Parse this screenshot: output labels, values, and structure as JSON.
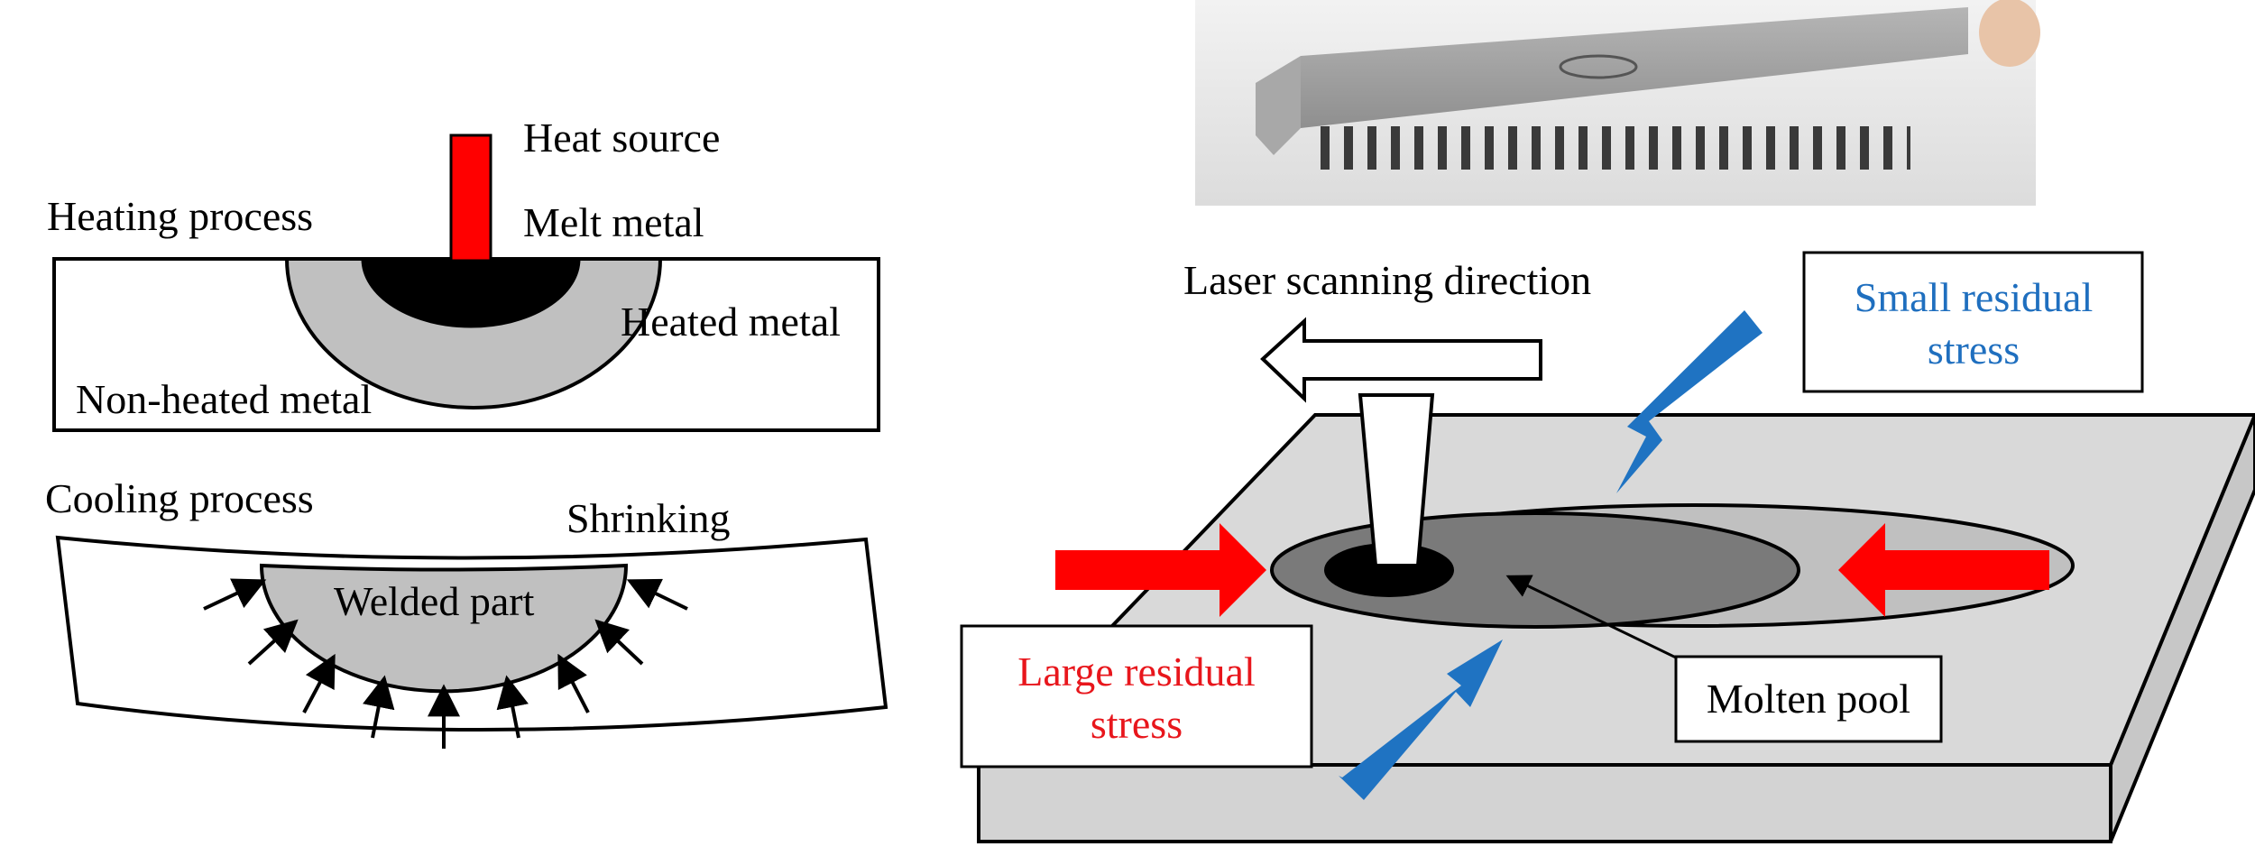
{
  "colors": {
    "heat_red": "#ff0000",
    "stress_blue": "#1f73c2",
    "large_stress_text": "#e8161c",
    "small_stress_text": "#1f6fbf",
    "heated_gray": "#c0c0c0",
    "molten_gray": "#7a7a7a",
    "plate_top": "#d9d9d9",
    "plate_side": "#cfcfcf"
  },
  "heating": {
    "title": "Heating process",
    "heat_source": "Heat source",
    "melt_metal": "Melt metal",
    "heated_metal": "Heated metal",
    "non_heated_metal": "Non-heated metal"
  },
  "cooling": {
    "title": "Cooling process",
    "shrinking": "Shrinking",
    "welded_part": "Welded part"
  },
  "laser": {
    "scanning_direction": "Laser scanning direction",
    "small_residual_stress": [
      "Small residual",
      "stress"
    ],
    "large_residual_stress": [
      "Large residual",
      "stress"
    ],
    "molten_pool": "Molten pool"
  },
  "photo": {
    "icon": "printed-part-photo"
  }
}
